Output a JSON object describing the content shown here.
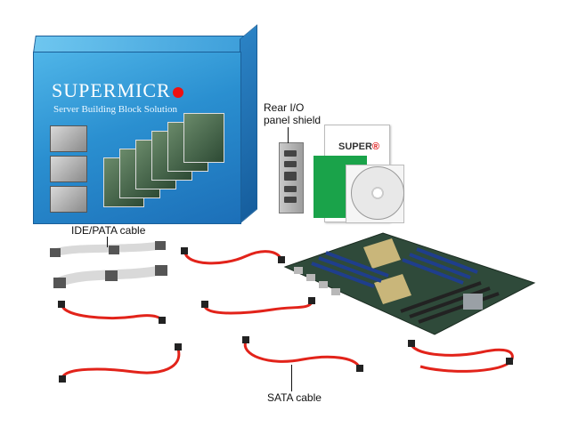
{
  "box": {
    "brand": "SUPERMICR",
    "tagline": "Server Building Block Solution"
  },
  "manual": {
    "logo": "SUPER",
    "logo_mark": "®"
  },
  "labels": {
    "rear_io_line1": "Rear I/O",
    "rear_io_line2": "panel shield",
    "ide_cable": "IDE/PATA cable",
    "sata_cable": "SATA cable"
  },
  "colors": {
    "box_blue": "#2a8fd0",
    "sata_red": "#e2231a",
    "manual_green": "#1aa34a",
    "pcb_green": "#2f4a3a"
  }
}
